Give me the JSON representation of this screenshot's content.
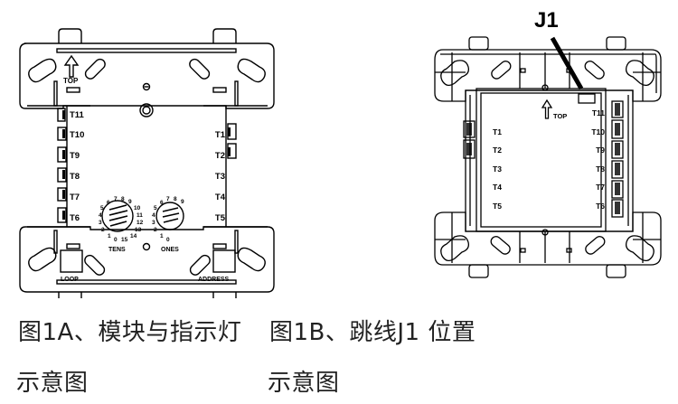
{
  "figure_a": {
    "caption_line1": "图1A、模块与指示灯",
    "caption_line2": "示意图",
    "top_label": "TOP",
    "left_terminals": [
      "T11",
      "T10",
      "T9",
      "T8",
      "T7",
      "T6"
    ],
    "right_terminals": [
      "T1",
      "T2",
      "T3",
      "T4",
      "T5"
    ],
    "tens_dial": {
      "label": "TENS",
      "numbers": [
        "0",
        "1",
        "2",
        "3",
        "4",
        "5",
        "6",
        "7",
        "8",
        "9",
        "10",
        "11",
        "12",
        "13",
        "14",
        "15"
      ]
    },
    "ones_dial": {
      "label": "ONES",
      "numbers": [
        "0",
        "1",
        "2",
        "3",
        "4",
        "5",
        "6",
        "7",
        "8",
        "9"
      ]
    },
    "loop_label": "LOOP",
    "address_label": "ADDRESS"
  },
  "figure_b": {
    "caption_line1": "图1B、跳线J1 位置",
    "caption_line2": "示意图",
    "callout_label": "J1",
    "top_label": "TOP",
    "left_terminals": [
      "T1",
      "T2",
      "T3",
      "T4",
      "T5"
    ],
    "right_terminals": [
      "T11",
      "T10",
      "T9",
      "T8",
      "T7",
      "T6"
    ]
  }
}
